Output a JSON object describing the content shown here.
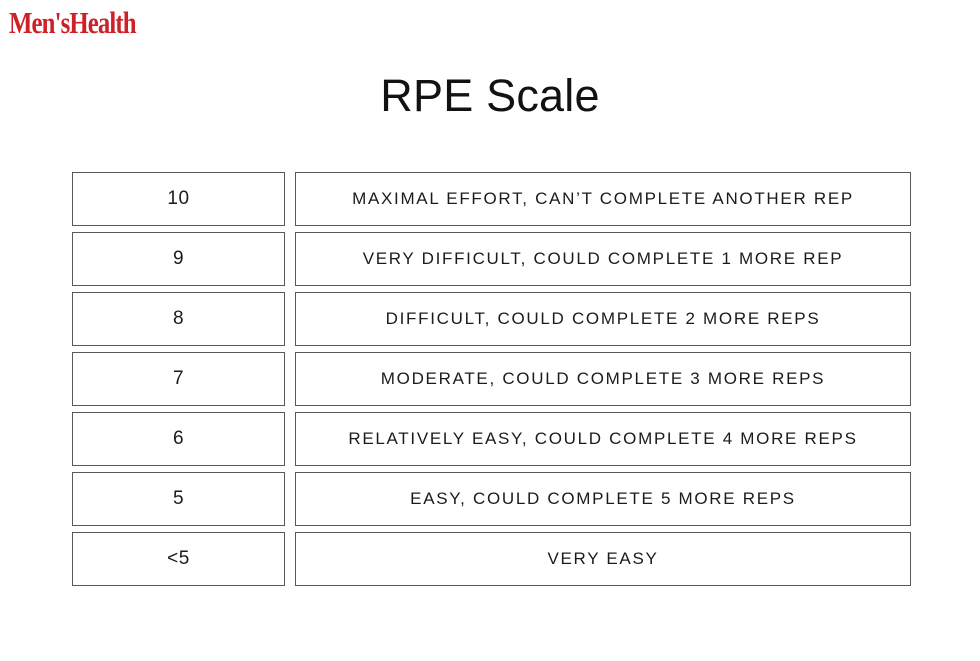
{
  "brand": {
    "name": "Men'sHealth",
    "color": "#ce2027"
  },
  "page": {
    "title": "RPE Scale",
    "background_color": "#ffffff",
    "text_color": "#1b1b1b",
    "border_color": "#58585a"
  },
  "table": {
    "columns": [
      "level",
      "description"
    ],
    "rows": [
      {
        "level": "10",
        "description": "MAXIMAL EFFORT, CAN’T COMPLETE ANOTHER REP"
      },
      {
        "level": "9",
        "description": "VERY DIFFICULT, COULD COMPLETE 1 MORE REP"
      },
      {
        "level": "8",
        "description": "DIFFICULT, COULD COMPLETE 2 MORE REPS"
      },
      {
        "level": "7",
        "description": "MODERATE, COULD COMPLETE 3 MORE REPS"
      },
      {
        "level": "6",
        "description": "RELATIVELY EASY, COULD COMPLETE 4 MORE REPS"
      },
      {
        "level": "5",
        "description": "EASY, COULD COMPLETE 5 MORE REPS"
      },
      {
        "level": "<5",
        "description": "VERY EASY"
      }
    ]
  }
}
